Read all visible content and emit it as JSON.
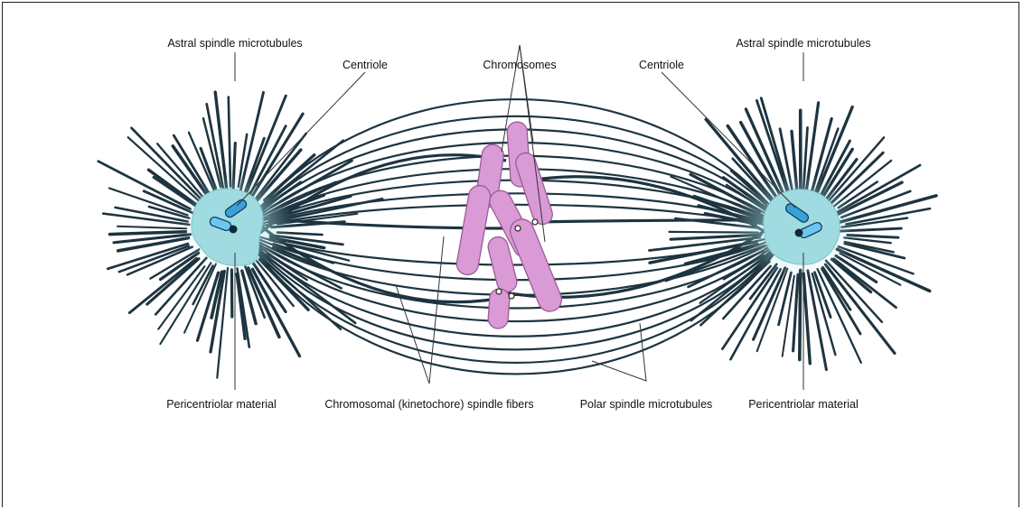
{
  "labels": {
    "astral_left": "Astral spindle microtubules",
    "astral_right": "Astral spindle microtubules",
    "centriole_left": "Centriole",
    "centriole_right": "Centriole",
    "chromosomes": "Chromosomes",
    "pericentriolar_left": "Pericentriolar material",
    "pericentriolar_right": "Pericentriolar material",
    "kinetochore_fibers": "Chromosomal (kinetochore) spindle fibers",
    "polar_microtubules": "Polar spindle microtubules"
  },
  "colors": {
    "microtubule": "#1d3440",
    "centrosome": "#9fdbe0",
    "centriole": "#3aa0d8",
    "chromosome": "#d99ad6",
    "chromosome_outline": "#9a5c98",
    "leader": "#333333"
  }
}
